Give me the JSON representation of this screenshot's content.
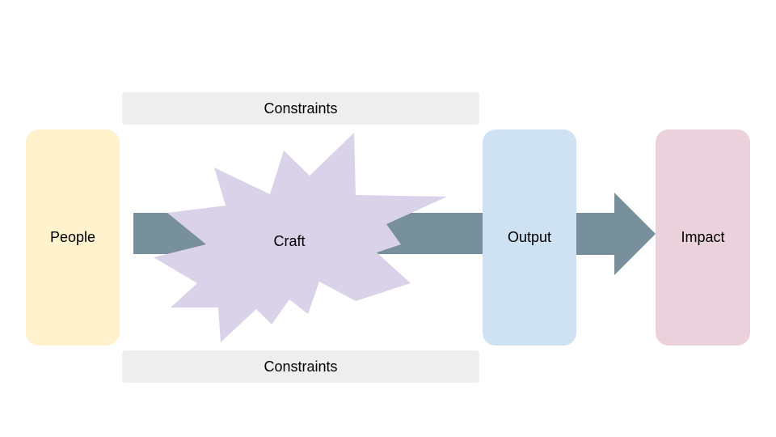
{
  "nodes": {
    "people": {
      "label": "People",
      "color": "#FFF2CC"
    },
    "craft": {
      "label": "Craft",
      "color": "#D9D2E9"
    },
    "output": {
      "label": "Output",
      "color": "#CFE2F3"
    },
    "impact": {
      "label": "Impact",
      "color": "#EAD1DC"
    }
  },
  "constraints": {
    "top": {
      "label": "Constraints"
    },
    "bottom": {
      "label": "Constraints"
    },
    "color": "#EEEEEE"
  },
  "arrow_color": "#78909C"
}
